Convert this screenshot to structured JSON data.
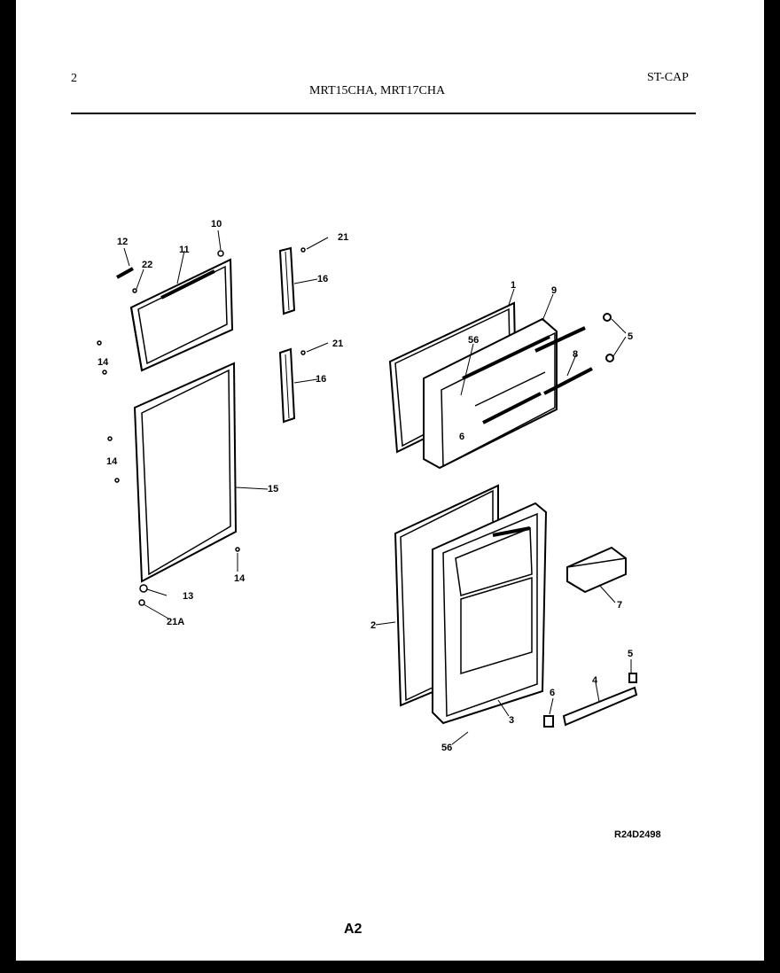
{
  "header": {
    "page_number": "2",
    "models": "MRT15CHA, MRT17CHA",
    "section_code": "ST-CAP"
  },
  "callouts": [
    "12",
    "10",
    "11",
    "22",
    "14",
    "21",
    "16",
    "21",
    "16",
    "14",
    "15",
    "14",
    "13",
    "21A",
    "1",
    "9",
    "56",
    "5",
    "8",
    "6",
    "2",
    "7",
    "5",
    "6",
    "4",
    "3",
    "56"
  ],
  "footer": {
    "reference": "R24D2498",
    "page_code": "A2"
  }
}
